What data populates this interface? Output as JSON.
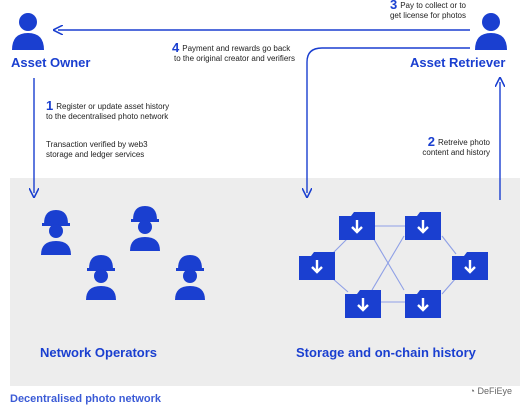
{
  "actors": {
    "owner": "Asset Owner",
    "retriever": "Asset Retriever"
  },
  "steps": [
    {
      "num": "1",
      "lines": [
        "Register or update asset history",
        "to the decentralised photo network"
      ]
    },
    {
      "num": "2",
      "lines": [
        "Retreive photo",
        "content and history"
      ]
    },
    {
      "num": "3",
      "lines": [
        "Pay to collect or to",
        "get license for photos"
      ]
    },
    {
      "num": "4",
      "lines": [
        "Payment and rewards go back",
        "to the original creator and verifiers"
      ]
    }
  ],
  "note": [
    "Transaction verified by web3",
    "storage and ledger services"
  ],
  "sections": {
    "operators": "Network Operators",
    "storage": "Storage and on-chain history"
  },
  "watermark": "DeFiEye",
  "bottom_caption": "Decentralised photo network",
  "colors": {
    "accent": "#1a3fd0",
    "panel": "#ededed",
    "link": "#8fa0e6"
  },
  "icons": {
    "person": "person-icon",
    "operator": "hard-hat-worker-icon",
    "storage": "folder-download-icon"
  }
}
